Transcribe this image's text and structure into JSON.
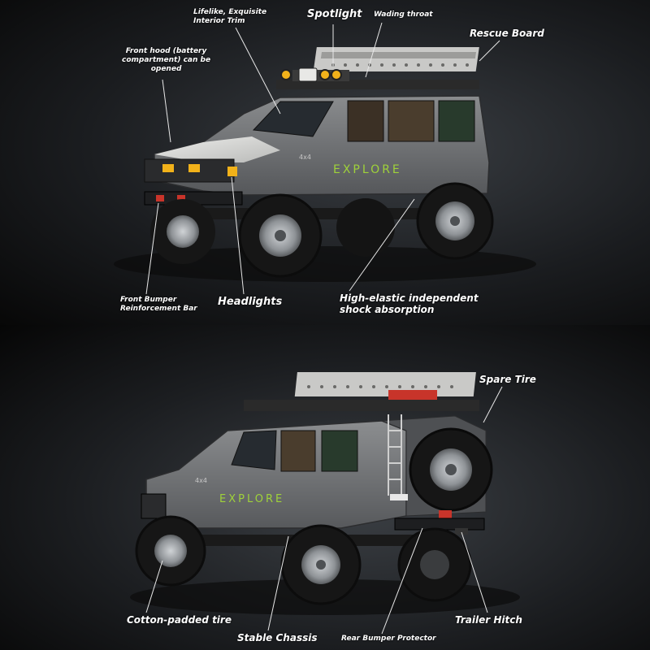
{
  "decals": {
    "explore_text": "EXPLORE",
    "badge_4x4": "4x4"
  },
  "top_labels": {
    "interior_trim": "Lifelike, Exquisite\nInterior Trim",
    "spotlight": "Spotlight",
    "wading_throat": "Wading throat",
    "rescue_board": "Rescue Board",
    "front_hood": "Front hood (battery\ncompartment) can be\nopened",
    "front_bumper": "Front Bumper\nReinforcement Bar",
    "headlights": "Headlights",
    "shock_absorption": "High-elastic independent\nshock absorption"
  },
  "bottom_labels": {
    "spare_tire": "Spare Tire",
    "cotton_tire": "Cotton-padded tire",
    "stable_chassis": "Stable Chassis",
    "rear_bumper": "Rear Bumper Protector",
    "trailer_hitch": "Trailer Hitch"
  },
  "colors": {
    "body_grey": "#7a7c7e",
    "hood_white": "#d8d8d6",
    "explore_green": "#9fd23a",
    "tire_black": "#161616",
    "rim_silver": "#a9adb1",
    "light_amber": "#f2b21a",
    "tail_red": "#c8342a"
  }
}
